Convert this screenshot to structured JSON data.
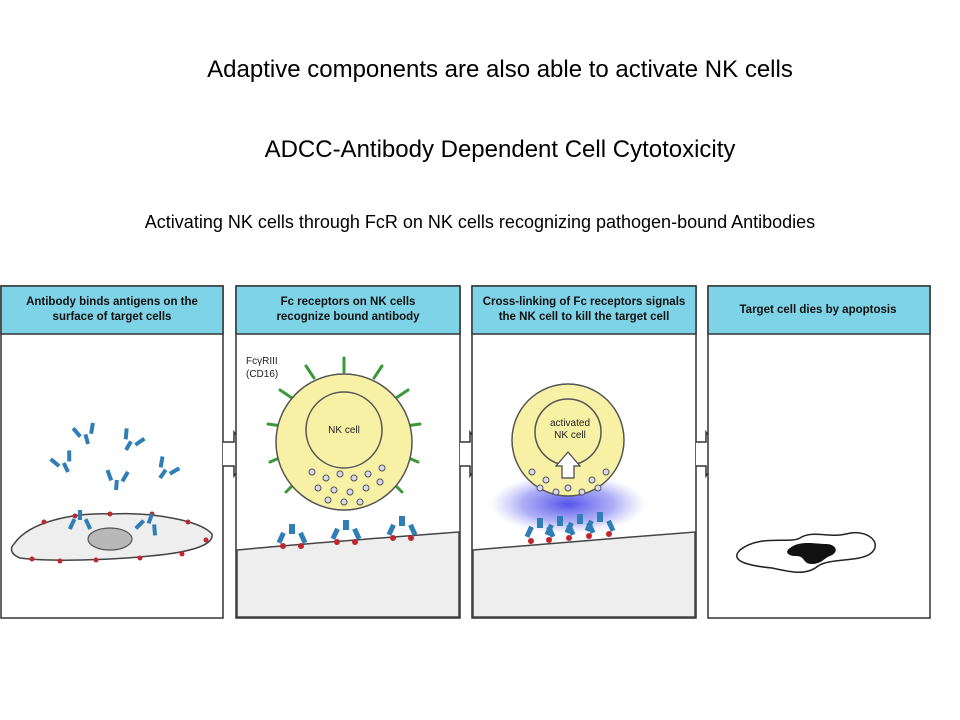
{
  "slide": {
    "title": "Adaptive components are also able to activate NK cells",
    "subtitle": "ADCC-Antibody Dependent Cell Cytotoxicity",
    "description": "Activating NK cells through FcR on NK cells recognizing pathogen-bound Antibodies"
  },
  "panels": [
    {
      "header_line1": "Antibody binds antigens on the",
      "header_line2": "surface of target cells"
    },
    {
      "header_line1": "Fc receptors on NK cells",
      "header_line2": "recognize bound antibody"
    },
    {
      "header_line1": "Cross-linking of Fc receptors signals",
      "header_line2": "the NK cell to kill the target cell"
    },
    {
      "header_line1": "Target cell dies by apoptosis",
      "header_line2": ""
    }
  ],
  "labels": {
    "receptor_line1": "FcγRIII",
    "receptor_line2": "(CD16)",
    "nk_cell": "NK cell",
    "activated_line1": "activated",
    "activated_line2": "NK cell"
  },
  "colors": {
    "header_bg": "#7fd3e6",
    "nk_cell_fill": "#f7f1a6",
    "antibody": "#2f7fb6",
    "receptor": "#3a9a3a",
    "antigen": "#c0272d",
    "target_fill": "#eeeeee",
    "glow": "#6f6ff0"
  }
}
